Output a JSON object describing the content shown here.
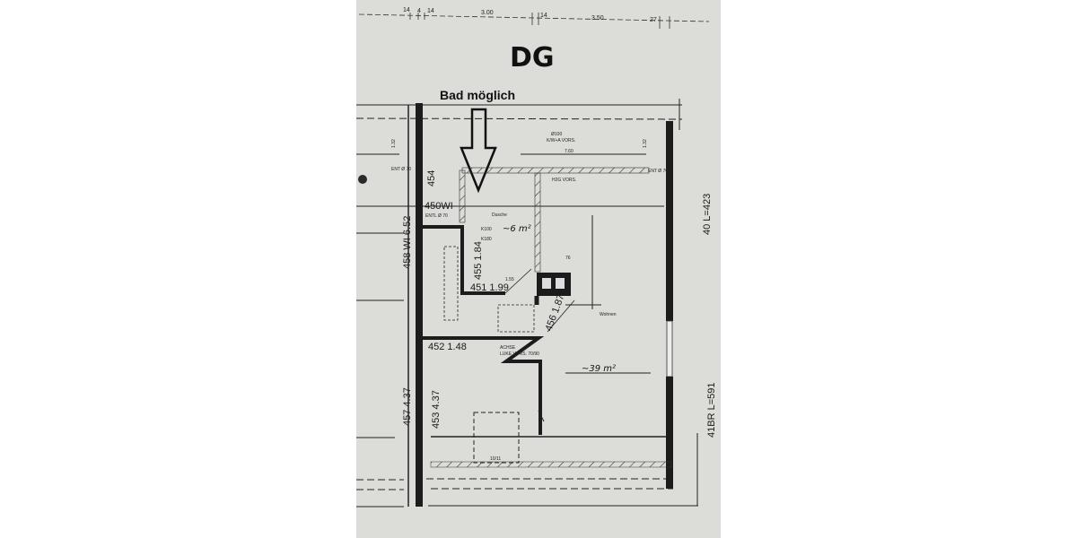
{
  "plan": {
    "floor_title": "DG",
    "annotation": "Bad möglich",
    "top_dimensions": [
      "14",
      "4",
      "14",
      "3.00",
      "14",
      "3.50",
      "27"
    ],
    "labels": {
      "wall_458": "458 WI 6.52",
      "wall_457": "457 4.37",
      "wall_453": "453 4.37",
      "wall_454": "454",
      "wall_450": "450WI",
      "wall_455": "455 1.84",
      "wall_451": "451 1.99",
      "wall_452": "452 1.48",
      "wall_456": "456 1.87",
      "window_40": "40 L=423",
      "window_41": "41BR L=591",
      "dusche": "Dusche",
      "dusche_area": "~6 m²",
      "k100": "K100",
      "k180": "K180",
      "wohnen": "Wohnen",
      "wohnen_area": "~39 m²",
      "kwa": "K/W+A VORS.",
      "kwa_dia": "Ø100",
      "h2g": "H2G VORS.",
      "dim_760": "7.60",
      "entl_left": "ENTL Ø 70",
      "ent_left": "ENT Ø 70",
      "ent_right": "ENT Ø 70",
      "dim_132_left": "1.32",
      "dim_132_right": "1.32",
      "dim_76": "76",
      "dim_155": "1.55",
      "achse": "ACHSE",
      "luke": "LUKE VORS. 70/90",
      "hatch": "10/11"
    }
  },
  "colors": {
    "paper": "#dcdcd8",
    "ink": "#1c1c1c"
  }
}
